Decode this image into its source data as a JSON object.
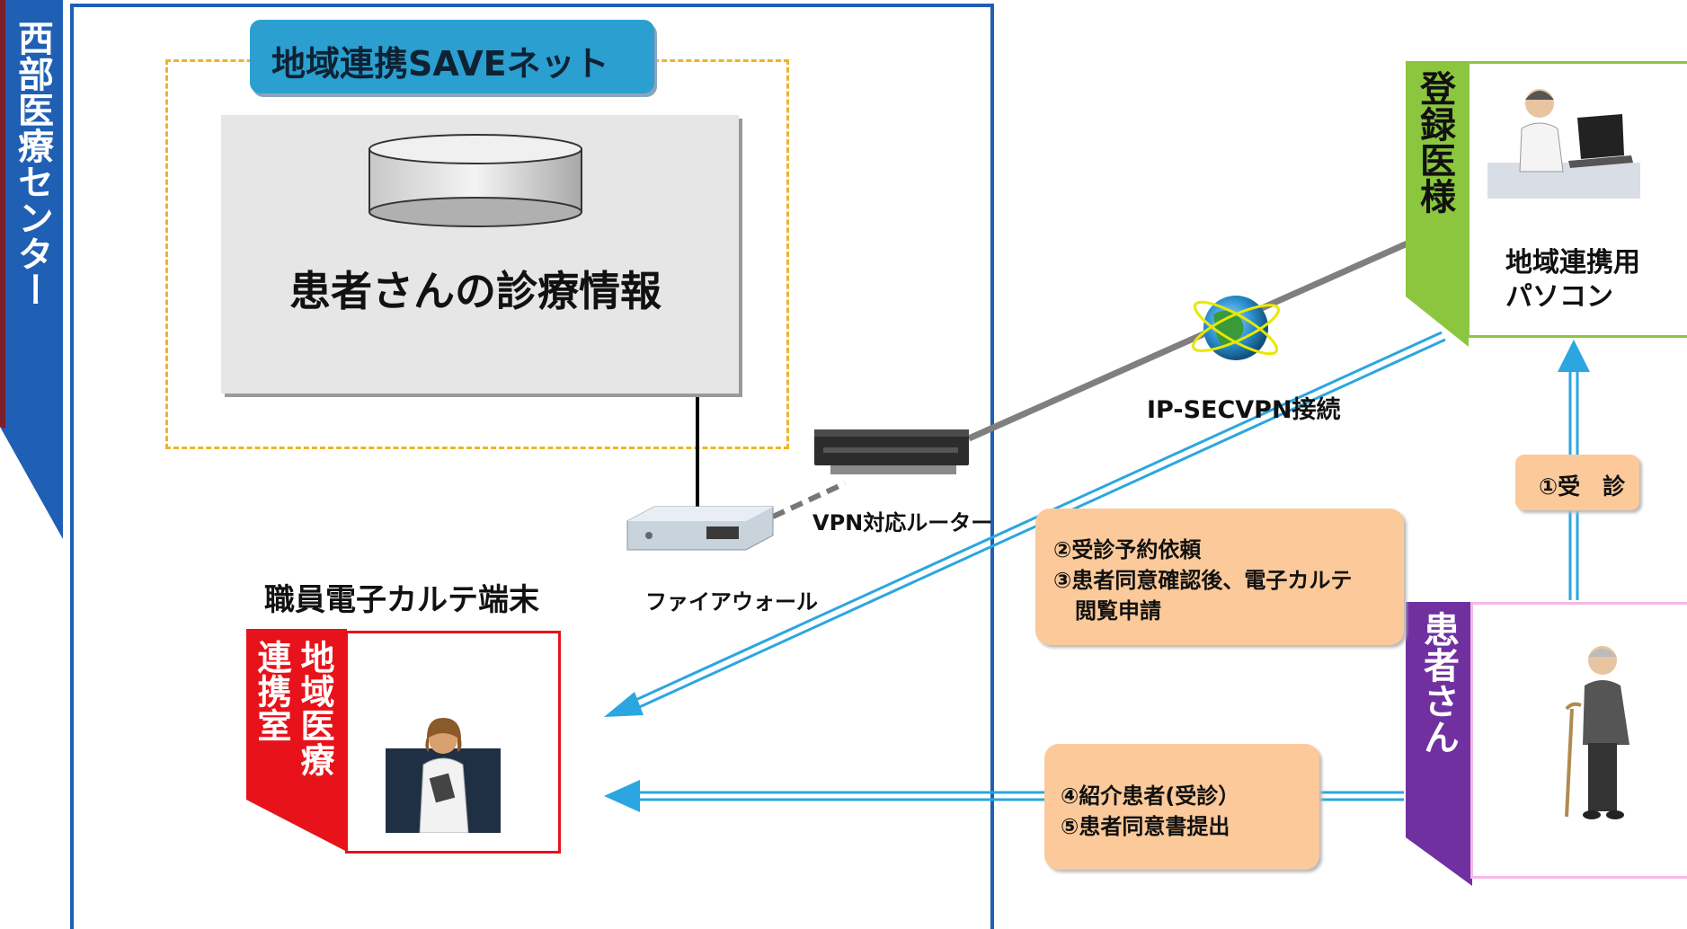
{
  "hospital": {
    "name": "西部医療センター",
    "save_net_label": "地域連携SAVEネット",
    "db_label": "患者さんの診療情報",
    "staff_terminal_label": "職員電子カルテ端末",
    "dept_label_line1": "地域医療",
    "dept_label_line2": "連携室",
    "firewall_label": "ファイアウォール",
    "router_label": "VPN対応ルーター"
  },
  "network": {
    "vpn_label": "IP-SECVPN接続"
  },
  "registered_doctor": {
    "tab_label": "登録医様",
    "pc_label_line1": "地域連携用",
    "pc_label_line2": "パソコン"
  },
  "patient": {
    "tab_label": "患者さん"
  },
  "steps": {
    "step1": "①受　診",
    "step2": "②受診予約依頼",
    "step3_line1": "③患者同意確認後、電子カルテ",
    "step3_line2": "閲覧申請",
    "step4": "④紹介患者(受診）",
    "step5": "⑤患者同意書提出"
  },
  "colors": {
    "hospital_blue": "#1f5fb4",
    "save_tab": "#2a9fd0",
    "dashed_orange": "#f0b429",
    "step_box": "#fbc99a",
    "arrow_blue": "#2ba6e0",
    "red_tab": "#e8121a",
    "green_tab": "#8cc63f",
    "purple_tab": "#7030a0"
  }
}
